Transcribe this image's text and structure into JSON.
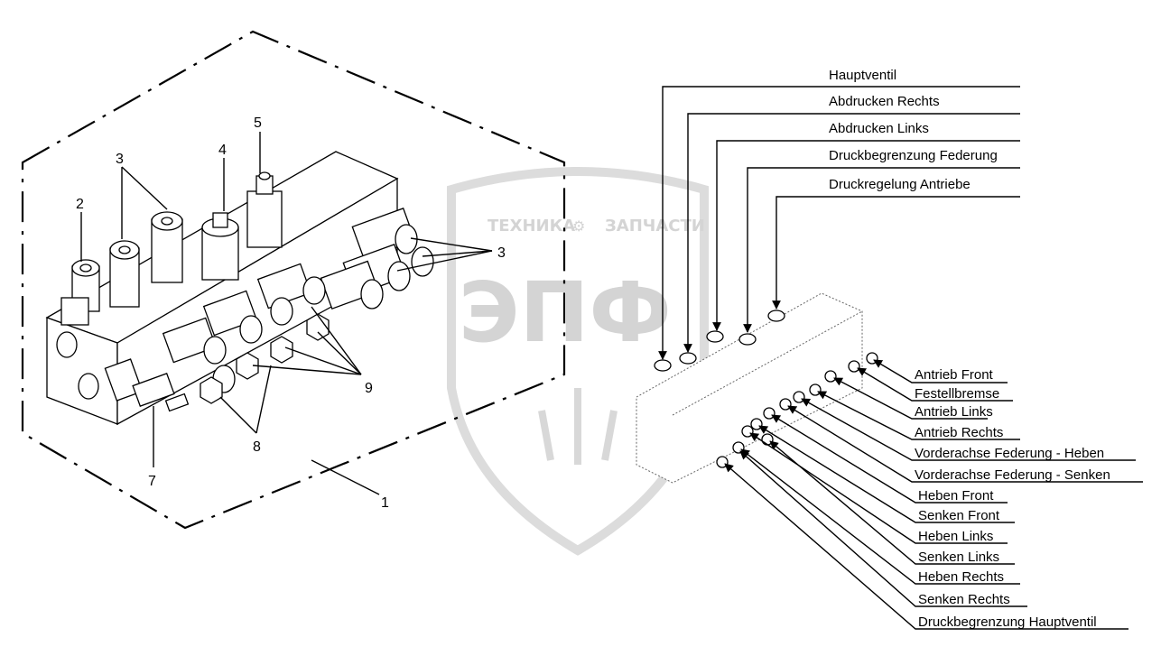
{
  "watermark": {
    "line1_left": "ТЕХНИКА",
    "line1_right": "ЗАПЧАСТИ",
    "logo": "ЭПФ",
    "color": "#d4d4d4"
  },
  "callouts": {
    "n1": "1",
    "n2": "2",
    "n3a": "3",
    "n3b": "3",
    "n4": "4",
    "n5": "5",
    "n7": "7",
    "n8": "8",
    "n9": "9"
  },
  "top_labels": [
    "Hauptventil",
    "Abdrucken Rechts",
    "Abdrucken Links",
    "Druckbegrenzung Federung",
    "Druckregelung Antriebe"
  ],
  "right_labels": [
    "Antrieb Front",
    "Festellbremse",
    "Antrieb Links",
    "Antrieb Rechts",
    "Vorderachse Federung - Heben",
    "Vorderachse Federung - Senken",
    "Heben Front",
    "Senken Front",
    "Heben Links",
    "Senken Links",
    "Heben Rechts",
    "Senken Rechts",
    "Druckbegrenzung Hauptventil"
  ]
}
